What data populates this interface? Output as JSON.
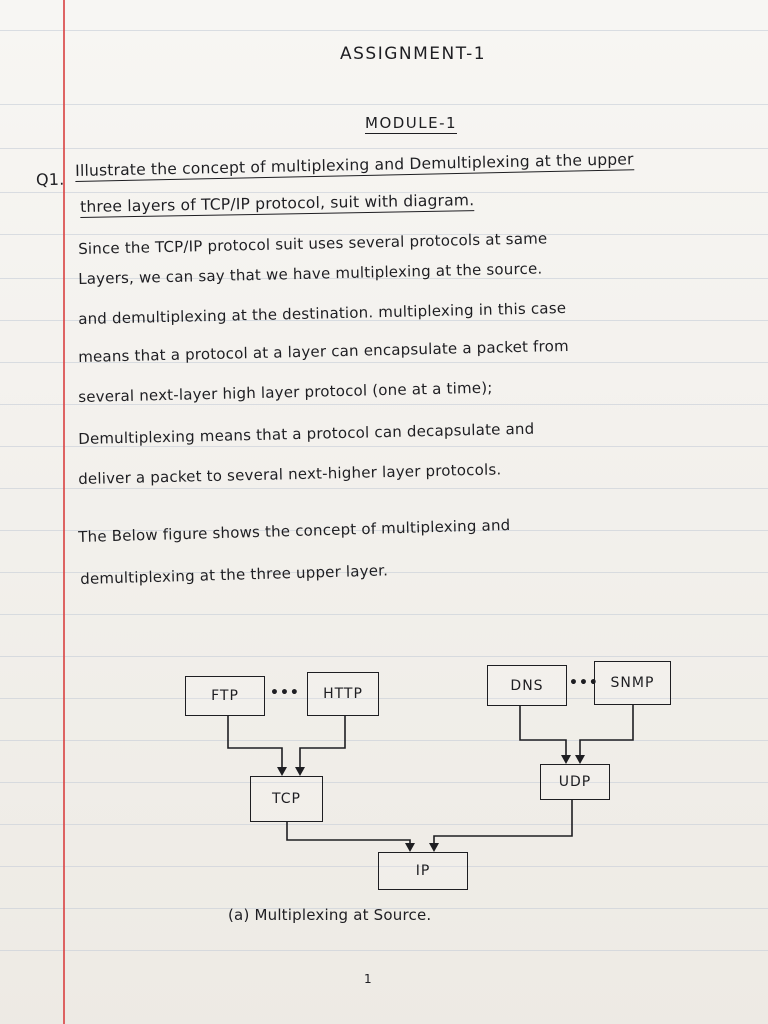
{
  "header": {
    "title": "ASSIGNMENT-1"
  },
  "module": {
    "label": "MODULE-1"
  },
  "question": {
    "number": "Q1.",
    "line1": "Illustrate the concept of multiplexing and Demultiplexing at the upper",
    "line2": "three layers of TCP/IP protocol, suit with diagram."
  },
  "answer": {
    "lines": [
      "Since the TCP/IP protocol suit uses several protocols at same",
      "Layers, we can say that we have multiplexing at the source.",
      "and demultiplexing at the destination. multiplexing in this case",
      "means that a protocol at a layer can encapsulate a packet from",
      "several next-layer high layer protocol (one at a time);",
      "Demultiplexing means that a protocol can decapsulate and",
      "deliver a packet to several next-higher layer protocols."
    ],
    "figure_intro": [
      "The Below figure shows the concept of multiplexing and",
      "demultiplexing at the three upper layer."
    ]
  },
  "diagram": {
    "boxes": {
      "ftp": "FTP",
      "http": "HTTP",
      "dns": "DNS",
      "snmp": "SNMP",
      "tcp": "TCP",
      "udp": "UDP",
      "ip": "IP"
    },
    "dots": "•••",
    "caption": "(a)  Multiplexing at Source."
  },
  "footer": {
    "page_number": "1"
  }
}
